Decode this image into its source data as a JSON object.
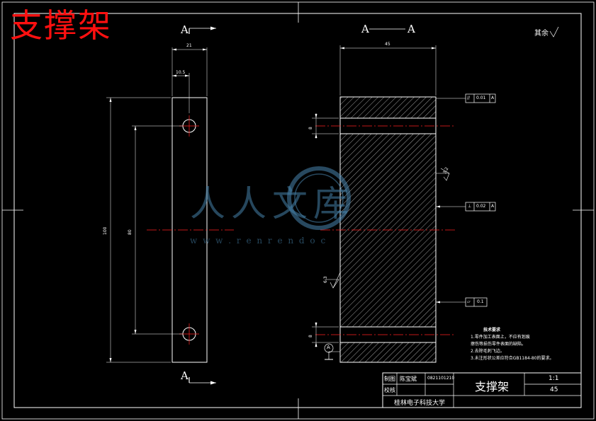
{
  "title_red": "支撑架",
  "front_view": {
    "section_mark_top": "A",
    "section_mark_bottom": "A",
    "dim_width": "21",
    "dim_hole_offset": "10.5",
    "dim_total_height": "100",
    "dim_hole_spacing": "80"
  },
  "section_view": {
    "label_left": "A",
    "label_right": "A",
    "dim_width": "45",
    "dim_slot_top": "8",
    "dim_slot_bottom": "8",
    "roughness_side": "6.3",
    "roughness_right": "3.2",
    "other_roughness": "其余",
    "datum": "A",
    "gdt": [
      {
        "symbol": "//",
        "value": "0.01",
        "datum": "A"
      },
      {
        "symbol": "⊥",
        "value": "0.02",
        "datum": "A"
      },
      {
        "symbol": "▱",
        "value": "0.1"
      }
    ]
  },
  "tech_requirements": {
    "heading": "技术要求",
    "lines": [
      "1.零件加工表面上，不应有划痕",
      "  擦伤等损伤零件表面的缺陷。",
      "2.去除毛刺飞边。",
      "3.未注形状公差应符合GB1184-80的要求。"
    ]
  },
  "title_block": {
    "drawn_label": "制图",
    "drawn_name": "陈宝斌",
    "number": "0821101210",
    "checked_label": "校核",
    "part_name": "支撑架",
    "scale": "1:1",
    "material": "45",
    "school": "桂林电子科技大学"
  },
  "watermark": {
    "text": "人人文库",
    "url": "w w w . r e n r e n d o c"
  }
}
